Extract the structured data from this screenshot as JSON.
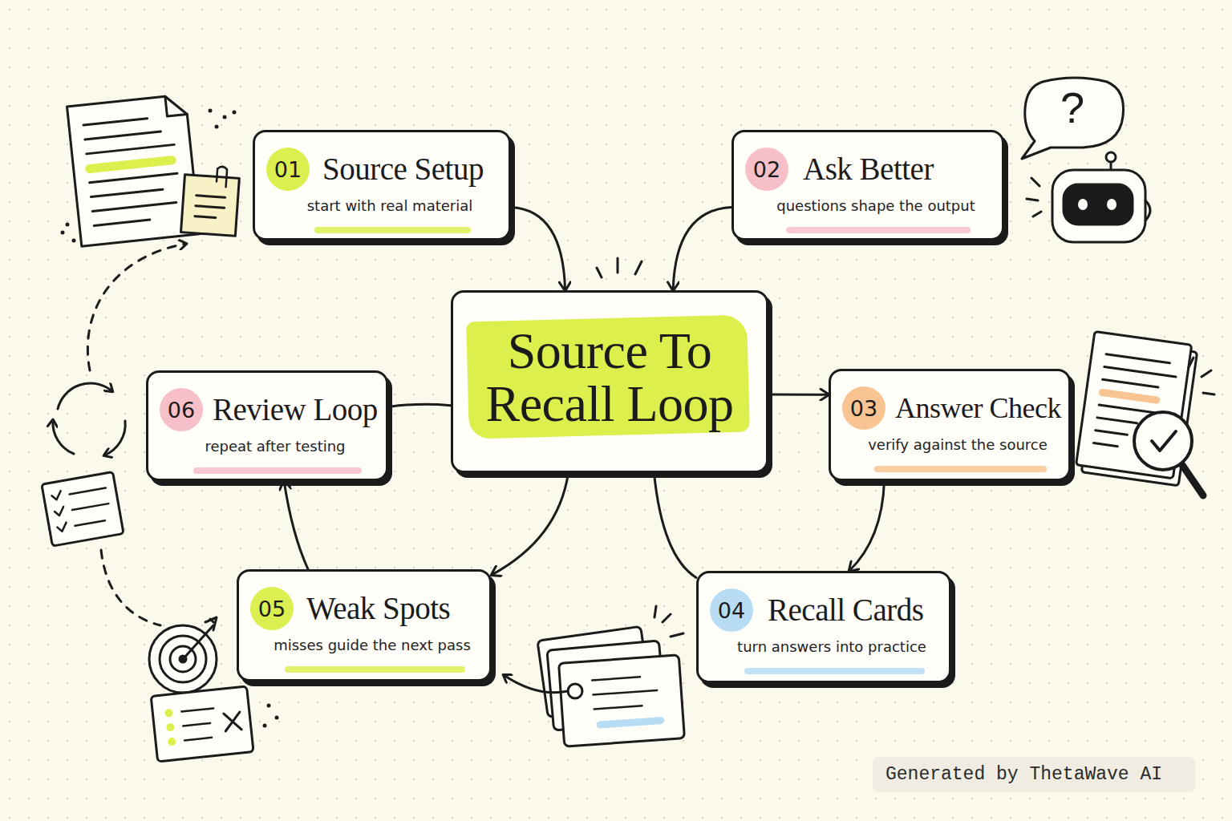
{
  "diagram": {
    "nodes": [
      {
        "text": [
          "01",
          "Source Setup",
          "start with real material"
        ]
      },
      {
        "text": [
          "02",
          "Ask Better",
          "questions shape the output"
        ]
      },
      {
        "text": [
          "Source To Recall Loop"
        ]
      },
      {
        "text": [
          "06",
          "Review Loop",
          "repeat after testing"
        ]
      },
      {
        "text": [
          "03",
          "Answer Check",
          "verify against the source"
        ]
      },
      {
        "text": [
          "05",
          "Weak Spots",
          "misses guide the next pass"
        ]
      },
      {
        "text": [
          "04",
          "Recall Cards",
          "turn answers into practice"
        ]
      }
    ],
    "edges": [
      {
        "from": 0,
        "to": 2,
        "arrow": "to"
      },
      {
        "from": 1,
        "to": 2,
        "arrow": "to"
      },
      {
        "from": 2,
        "to": 4,
        "arrow": "to"
      },
      {
        "from": 4,
        "to": 6,
        "arrow": "to"
      },
      {
        "from": 2,
        "to": 5,
        "arrow": "to"
      },
      {
        "from": 2,
        "to": 6,
        "arrow": "none"
      },
      {
        "from": 5,
        "to": 3,
        "arrow": "to"
      },
      {
        "from": 2,
        "to": 3,
        "arrow": "none"
      }
    ],
    "labels": [
      "?",
      "Generated by ThetaWave AI"
    ]
  }
}
